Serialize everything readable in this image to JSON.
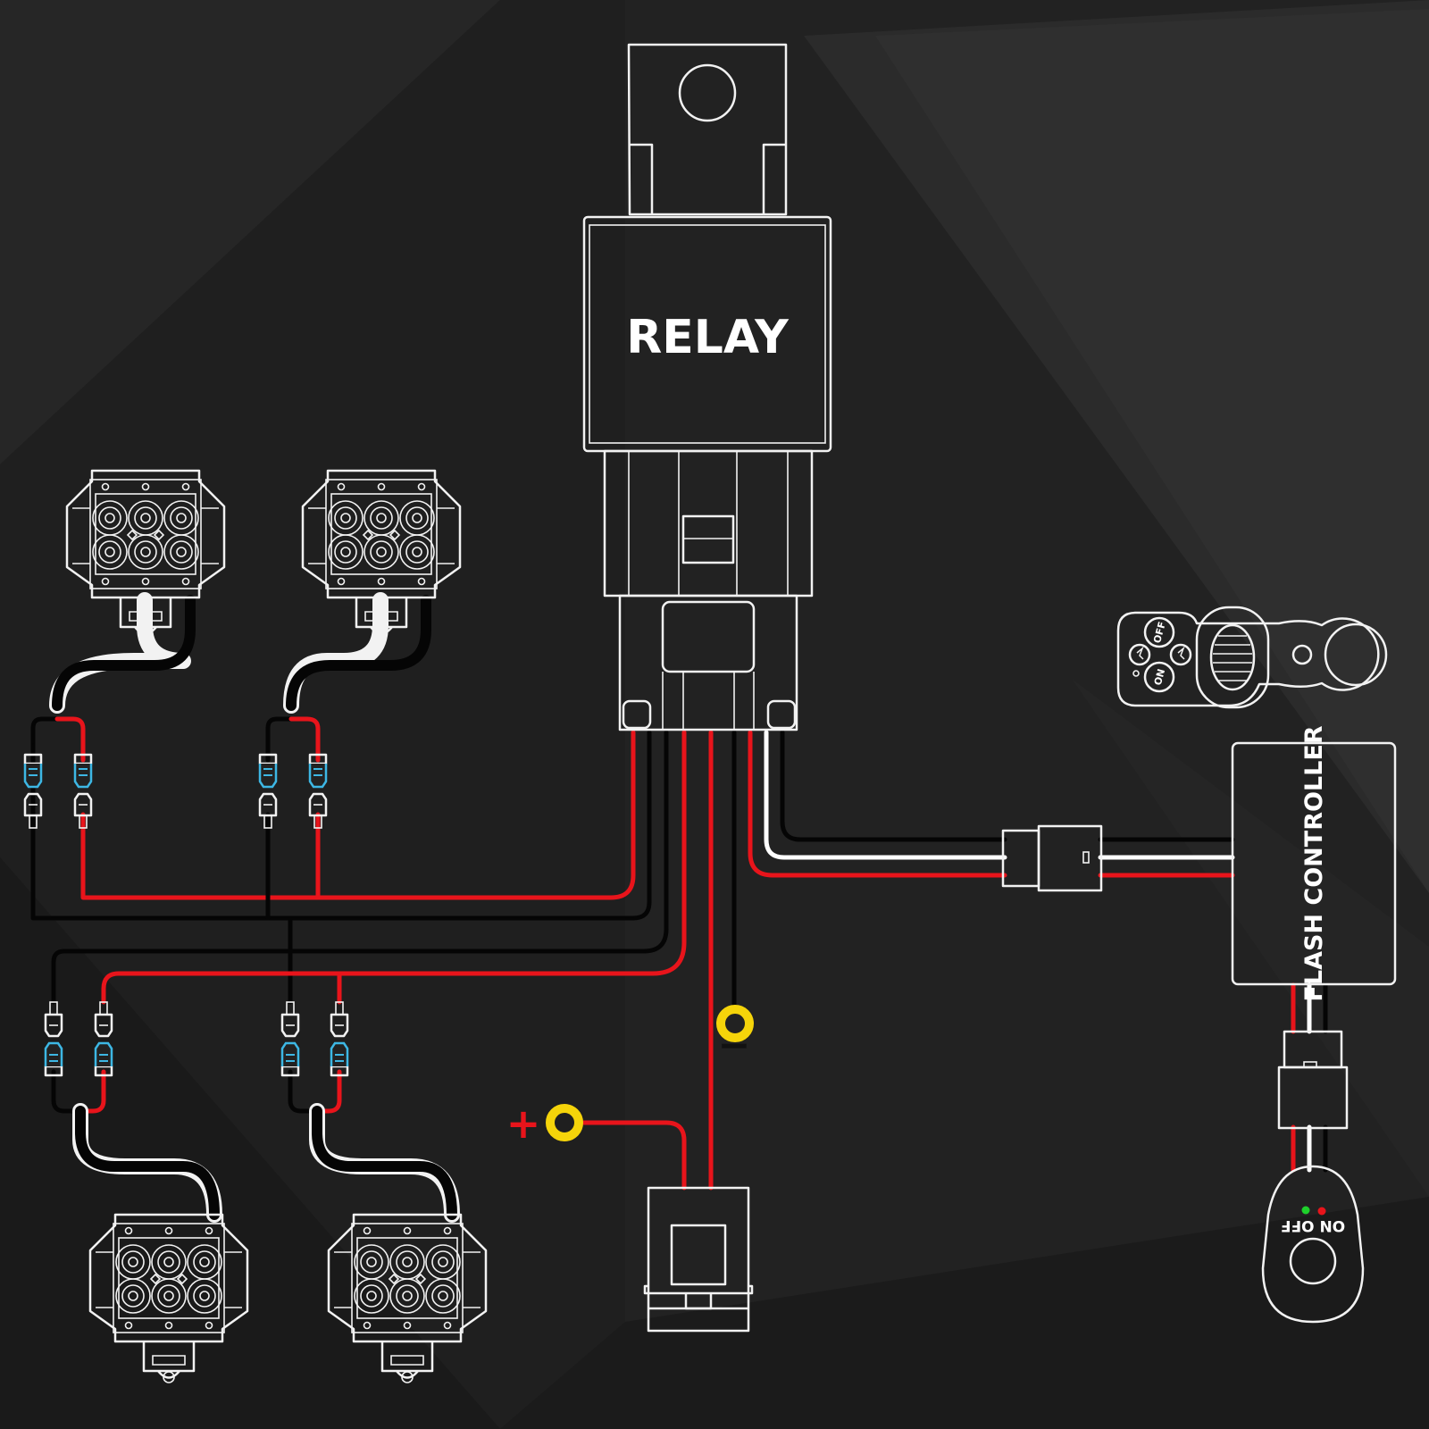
{
  "relay": {
    "label": "RELAY"
  },
  "controller": {
    "label": "FLASH CONTROLLER"
  },
  "remote": {
    "button_top": "OFF",
    "button_bottom": "ON"
  },
  "switch": {
    "label": "ON OFF"
  },
  "terminals": {
    "positive_symbol": "+",
    "negative_symbol": "−"
  },
  "colors": {
    "background": "#222222",
    "wire_red": "#e8141b",
    "wire_black": "#050505",
    "wire_white": "#ffffff",
    "connector_blue": "#3db7e4",
    "terminal_yellow": "#f5d40a",
    "indicator_green": "#1ed12b",
    "indicator_red": "#e8141b"
  },
  "icons": [
    "led-light-pod-icon",
    "relay-icon",
    "bullet-connector-icon",
    "ring-terminal-icon",
    "fuse-holder-icon",
    "remote-key-fob-icon",
    "flash-controller-icon",
    "rocker-switch-icon"
  ]
}
